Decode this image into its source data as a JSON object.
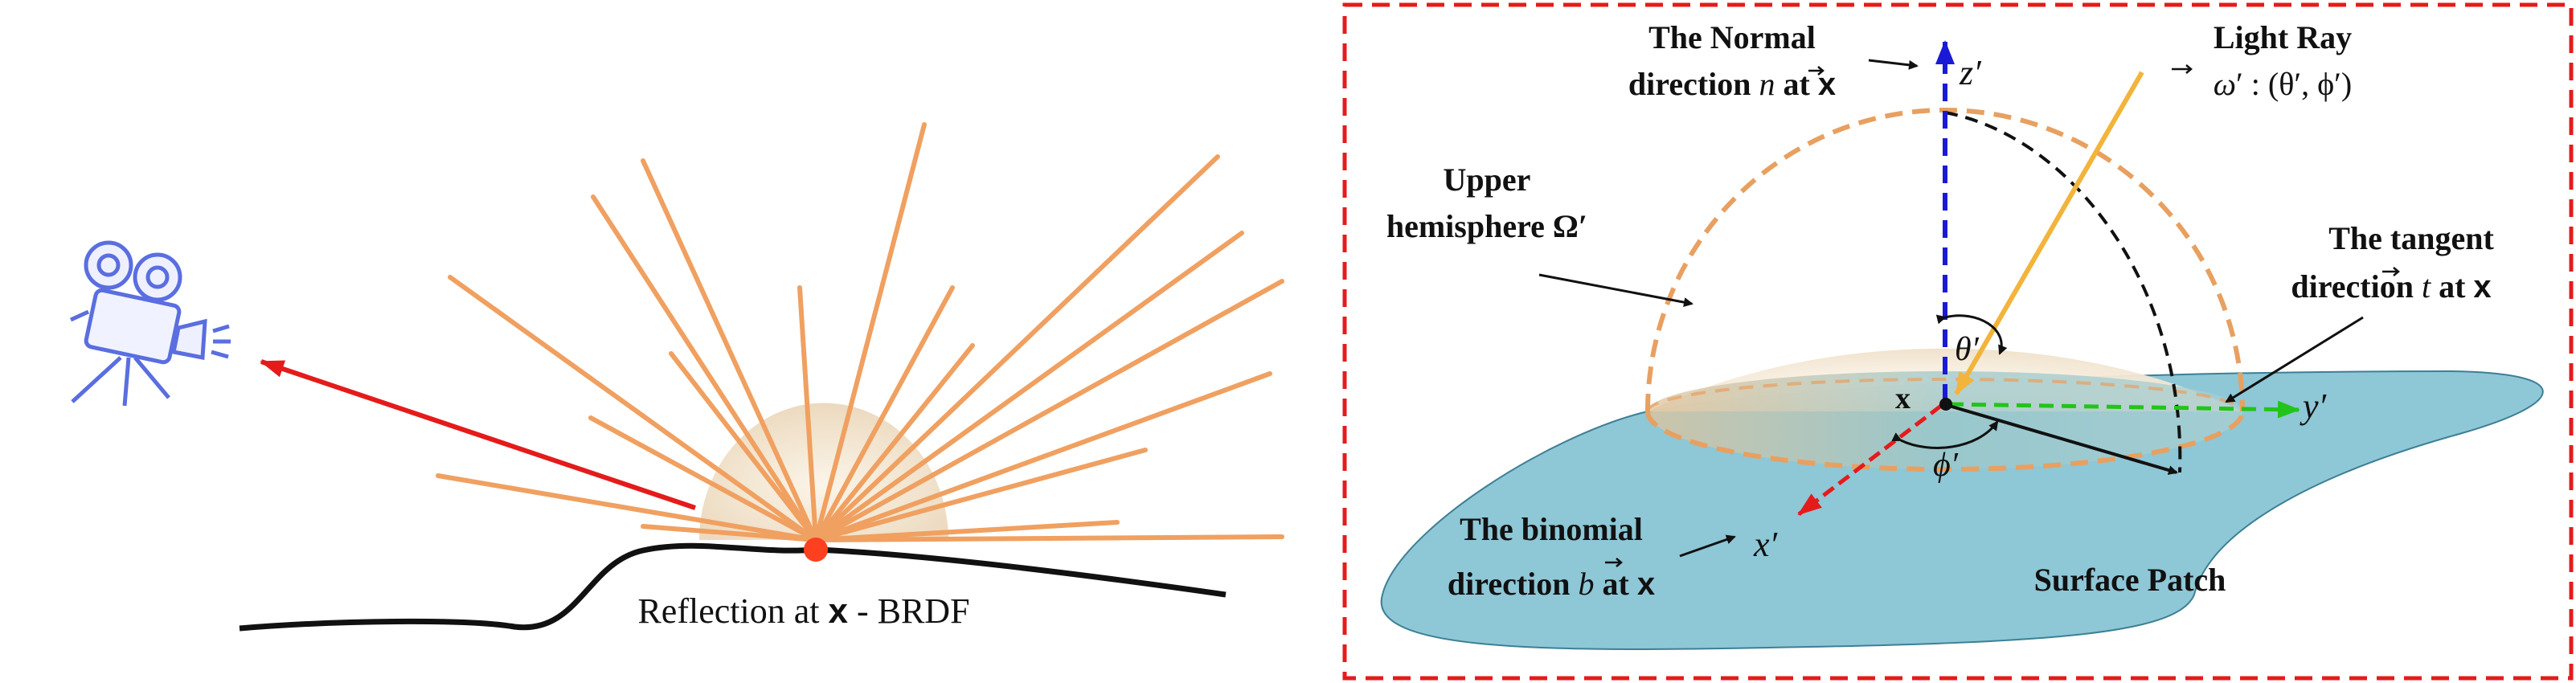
{
  "left_panel": {
    "caption_prefix": "Reflection at ",
    "caption_var": "x",
    "caption_suffix": " - BRDF",
    "icons": {
      "camera": "movie-camera-icon"
    },
    "colors": {
      "rays": "#f0a060",
      "outgoing_ray": "#e51b1b",
      "surface": "#111111",
      "reflection_point": "#ff4020"
    }
  },
  "right_panel": {
    "normal_label_line1": "The Normal",
    "normal_label_line2_prefix": "direction ",
    "normal_label_line2_vec": "n",
    "normal_label_line2_suffix": " at ",
    "normal_label_line2_var": "x",
    "light_label_line1": "Light Ray",
    "light_label_line2_vec": "ω",
    "light_label_line2_rest": "′ : (θ′, ϕ′)",
    "hemisphere_line1": "Upper",
    "hemisphere_line2": "hemisphere Ω′",
    "tangent_line1": "The tangent",
    "tangent_line2_prefix": "direction  ",
    "tangent_line2_vec": "t",
    "tangent_line2_suffix": " at ",
    "tangent_line2_var": "x",
    "binomial_line1": "The binomial",
    "binomial_line2_prefix": "direction ",
    "binomial_line2_vec": "b",
    "binomial_line2_suffix": " at ",
    "binomial_line2_var": "x",
    "surface_label": "Surface Patch",
    "axis_z": "z′",
    "axis_y": "y′",
    "axis_x": "x′",
    "theta": "θ′",
    "phi": "ϕ′",
    "origin": "x",
    "colors": {
      "frame": "#e51b1b",
      "surface": "#8ec7d6",
      "hemisphere_edge": "#e8a060",
      "z_axis": "#1a1ad6",
      "y_axis": "#22c41a",
      "x_axis": "#e51b1b",
      "light_ray": "#f2b43a"
    }
  }
}
